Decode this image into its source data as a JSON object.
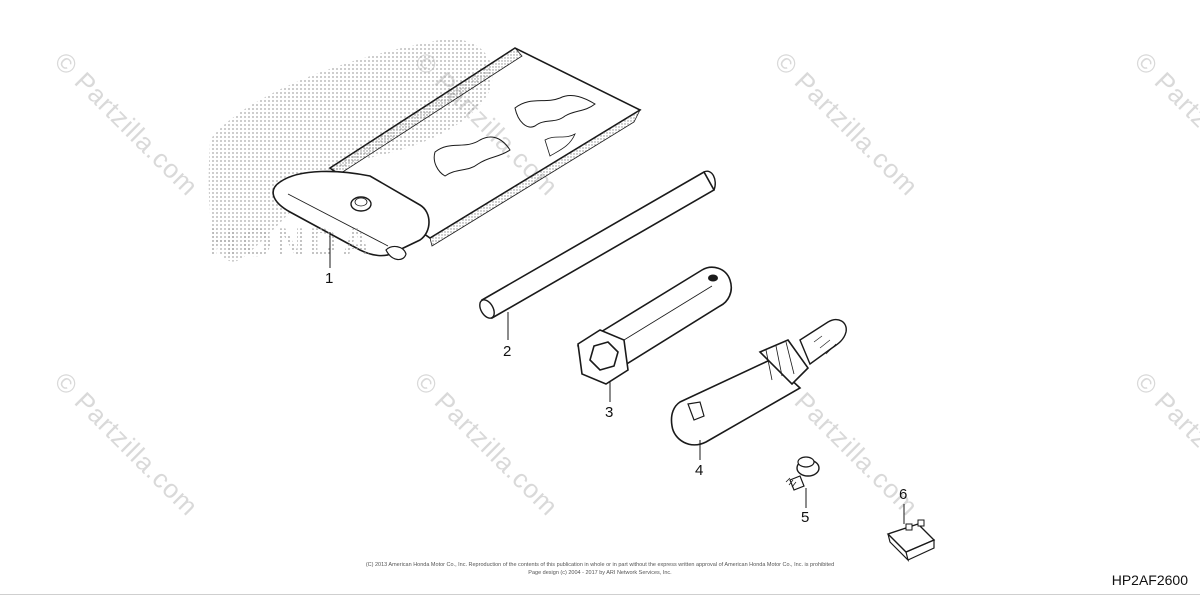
{
  "watermark": {
    "text": "© Partzilla.com"
  },
  "parts": [
    {
      "callout": "1",
      "icon": "tool-bag-icon"
    },
    {
      "callout": "2",
      "icon": "rod-icon"
    },
    {
      "callout": "3",
      "icon": "box-wrench-icon"
    },
    {
      "callout": "4",
      "icon": "screwdriver-icon"
    },
    {
      "callout": "5",
      "icon": "screw-icon"
    },
    {
      "callout": "6",
      "icon": "fuse-icon"
    }
  ],
  "logo": {
    "text": "HONDA"
  },
  "footer": {
    "copyright_line1": "(C) 2013 American Honda Motor Co., Inc. Reproduction of the contents of this publication in whole or in part without the express written approval of American Honda Motor Co., Inc. is prohibited",
    "copyright_line2": "Page design (c) 2004 - 2017 by ARI Network Services, Inc.",
    "diagram_code": "HP2AF2600"
  },
  "colors": {
    "line": "#1a1a1a",
    "watermark": "#d9d9d9",
    "dots": "#9a9a9a"
  }
}
